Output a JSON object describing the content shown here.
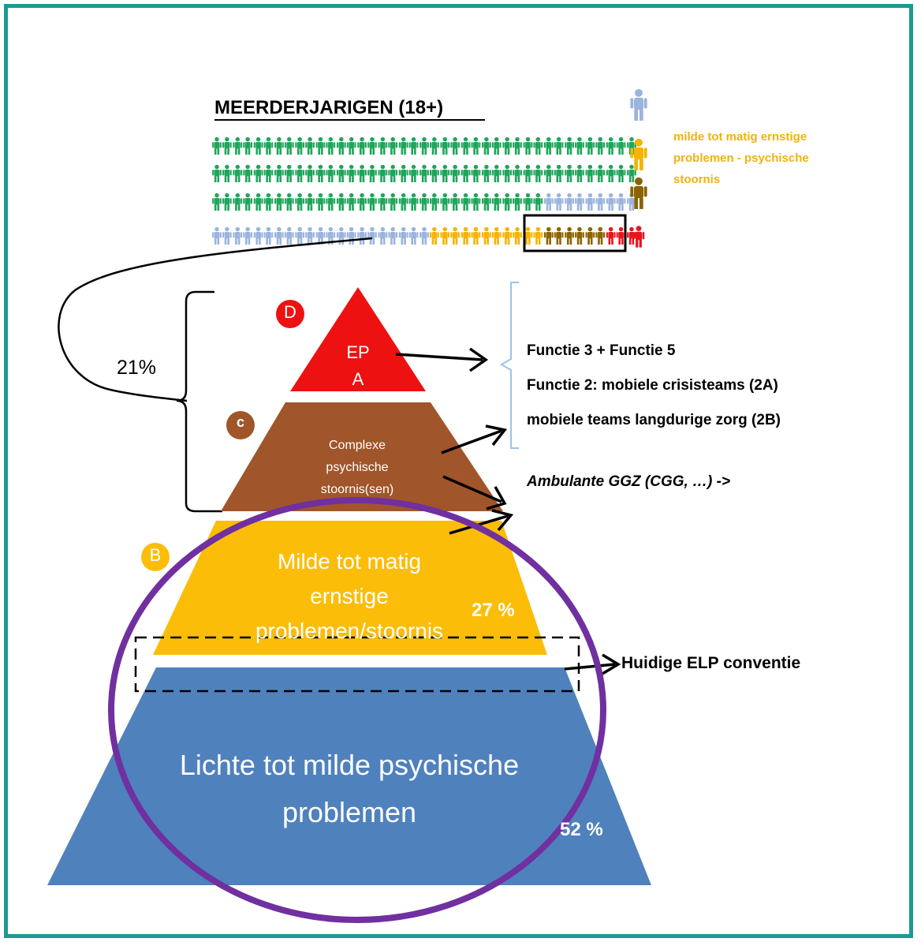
{
  "header": {
    "title": "MEERDERJARIGEN (18+)"
  },
  "legend": {
    "label": "milde tot matig ernstige problemen - psychische stoornis",
    "label_lines": [
      "milde tot matig ernstige",
      "problemen - psychische",
      "stoornis"
    ]
  },
  "percent_bracket": "21%",
  "levels": {
    "d": {
      "badge": "D",
      "text_lines": [
        "EP",
        "A"
      ]
    },
    "c": {
      "badge": "c",
      "text_lines": [
        "Complexe",
        "psychische",
        "stoornis(sen)"
      ]
    },
    "b": {
      "badge": "B",
      "text_lines": [
        "Milde tot matig",
        "ernstige",
        "problemen/stoornis"
      ],
      "percent": "27 %"
    },
    "a": {
      "text_lines": [
        "Lichte tot milde psychische",
        "problemen"
      ],
      "percent": "52 %"
    }
  },
  "annotations": {
    "functions": [
      "Functie 3 + Functie 5",
      "Functie 2: mobiele crisisteams (2A)",
      "mobiele teams langdurige zorg (2B)"
    ],
    "ambulant": "Ambulante GGZ (CGG, …) ->",
    "elp": "Huidige ELP conventie"
  },
  "colors": {
    "frame": "#1a9a92",
    "green": "#1fa55a",
    "lightblue": "#9ab4dd",
    "yellow": "#f4b400",
    "brown": "#8a6400",
    "red": "#e8141c",
    "level_d": "#ee1111",
    "level_c": "#a0562a",
    "level_b": "#fbbd08",
    "level_a": "#4f81bd",
    "circle": "#7030a0",
    "legend_text": "#f2b10e"
  },
  "icon_grid": {
    "rows": [
      [
        "green",
        "green",
        "green",
        "green",
        "green",
        "green",
        "green",
        "green",
        "green",
        "green",
        "green",
        "green",
        "green",
        "green",
        "green",
        "green",
        "green",
        "green",
        "green",
        "green",
        "green",
        "green",
        "green",
        "green",
        "green",
        "green",
        "green",
        "green",
        "green",
        "green",
        "green",
        "green",
        "green",
        "green",
        "green",
        "green",
        "green",
        "green",
        "green",
        "green",
        "green"
      ],
      [
        "green",
        "green",
        "green",
        "green",
        "green",
        "green",
        "green",
        "green",
        "green",
        "green",
        "green",
        "green",
        "green",
        "green",
        "green",
        "green",
        "green",
        "green",
        "green",
        "green",
        "green",
        "green",
        "green",
        "green",
        "green",
        "green",
        "green",
        "green",
        "green",
        "green",
        "green",
        "green",
        "green",
        "green",
        "green",
        "green",
        "green",
        "green",
        "green",
        "green",
        "green"
      ],
      [
        "green",
        "green",
        "green",
        "green",
        "green",
        "green",
        "green",
        "green",
        "green",
        "green",
        "green",
        "green",
        "green",
        "green",
        "green",
        "green",
        "green",
        "green",
        "green",
        "green",
        "green",
        "green",
        "green",
        "green",
        "green",
        "green",
        "green",
        "green",
        "green",
        "green",
        "green",
        "green",
        "lightblue",
        "lightblue",
        "lightblue",
        "lightblue",
        "lightblue",
        "lightblue",
        "lightblue",
        "lightblue",
        "lightblue"
      ],
      [
        "lightblue",
        "lightblue",
        "lightblue",
        "lightblue",
        "lightblue",
        "lightblue",
        "lightblue",
        "lightblue",
        "lightblue",
        "lightblue",
        "lightblue",
        "lightblue",
        "lightblue",
        "lightblue",
        "lightblue",
        "lightblue",
        "lightblue",
        "lightblue",
        "lightblue",
        "lightblue",
        "lightblue",
        "yellow",
        "yellow",
        "yellow",
        "yellow",
        "yellow",
        "yellow",
        "yellow",
        "yellow",
        "yellow",
        "yellow",
        "yellow",
        "brown",
        "brown",
        "brown",
        "brown",
        "brown",
        "brown",
        "red",
        "red",
        "red"
      ]
    ],
    "legend_icons": [
      "lightblue",
      "yellow",
      "brown",
      "red"
    ]
  }
}
